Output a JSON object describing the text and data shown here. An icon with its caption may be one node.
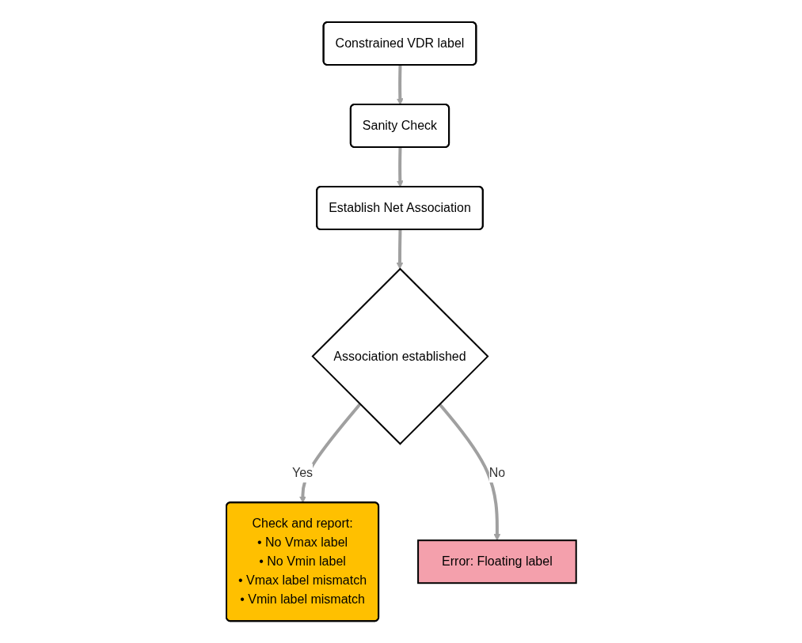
{
  "diagram": {
    "nodes": [
      {
        "text": [
          "Constrained VDR label"
        ]
      },
      {
        "text": [
          "Sanity Check"
        ]
      },
      {
        "text": [
          "Establish Net Association"
        ]
      },
      {
        "text": [
          "Association established"
        ]
      },
      {
        "text": [
          "Check and report:",
          "• No Vmax label",
          "• No Vmin label",
          "• Vmax label mismatch",
          "• Vmin label mismatch"
        ]
      },
      {
        "text": [
          "Error: Floating label"
        ]
      }
    ],
    "edges": [
      {
        "from": 0,
        "to": 1,
        "arrow": "to"
      },
      {
        "from": 1,
        "to": 2,
        "arrow": "to"
      },
      {
        "from": 2,
        "to": 3,
        "arrow": "to"
      },
      {
        "from": 3,
        "to": 4,
        "arrow": "to",
        "label": "Yes"
      },
      {
        "from": 3,
        "to": 5,
        "arrow": "to",
        "label": "No"
      }
    ]
  }
}
